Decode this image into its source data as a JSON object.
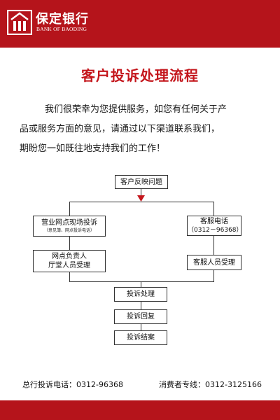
{
  "header": {
    "logo_cn": "保定银行",
    "logo_en": "BANK OF BAODING",
    "brand_color": "#b5141b"
  },
  "title": "客户投诉处理流程",
  "intro": {
    "line1": "我们很荣幸为您提供服务，如您有任何关于产",
    "line2": "品或服务方面的意见，请通过以下渠道联系我们，",
    "line3": "期盼您一如既往地支持我们的工作！"
  },
  "flow": {
    "start": "客户反映问题",
    "left_branch": {
      "node1_title": "营业网点现场投诉",
      "node1_sub": "（意见簿、网点投诉电话）",
      "node2_line1": "网点负责人",
      "node2_line2": "厅堂人员受理"
    },
    "right_branch": {
      "node1_title": "客服电话",
      "node1_sub": "（0312－96368）",
      "node2": "客服人员受理"
    },
    "steps": [
      "投诉处理",
      "投诉回复",
      "投诉结案"
    ],
    "arrow_color": "#c4161c"
  },
  "footer": {
    "hotline_left": "总行投诉电话：0312-96368",
    "hotline_right": "消费者专线：0312-3125166"
  }
}
